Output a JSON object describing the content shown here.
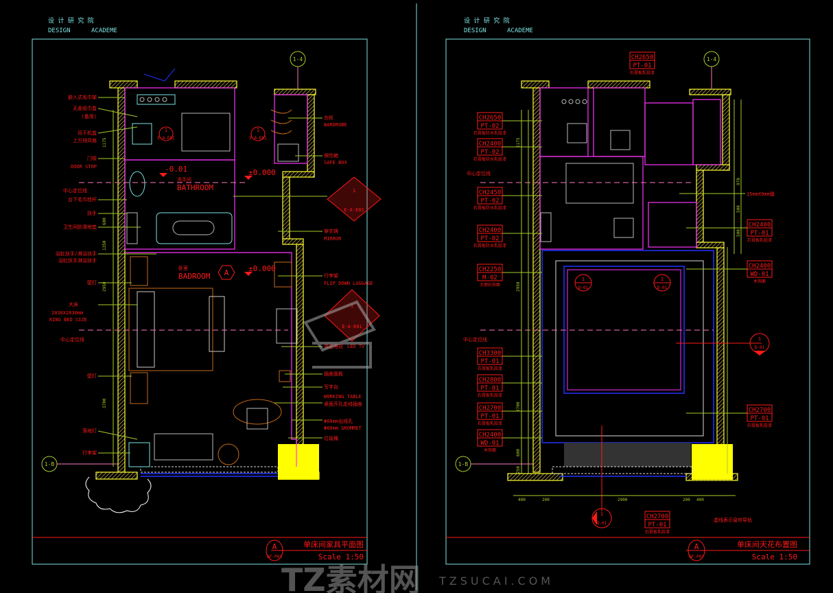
{
  "header": {
    "org_cn": "设 计 研 究 院",
    "org_en_1": "DESIGN",
    "org_en_2": "ACADEME"
  },
  "grid_labels": {
    "top": "1-4",
    "bottom": "1-B"
  },
  "left_sheet": {
    "title": "单床间家具平面图",
    "scale": "Scale 1:50",
    "sheet_symbol": "A",
    "sheet_ref": "BF-P01",
    "rooms": [
      {
        "cn": "洗手间",
        "en": "BATHROOM"
      },
      {
        "cn": "卧室",
        "en": "BADROOM"
      }
    ],
    "levels": [
      "-0.01",
      "±0.000",
      "±0.000"
    ],
    "room_tag": "A",
    "elevation_marks": {
      "number": "1",
      "ref": "E-A-E01"
    },
    "left_notes": [
      "嵌入式毛巾架",
      "无盖纸巾盒",
      "(备用)",
      "风干机盒",
      "上方排风扇",
      "门吸",
      "DOOR STOP",
      "中心定位线",
      "台下毛巾挂杆",
      "扶手",
      "卫生间防滑地垫",
      "浴缸扶手/淋浴扶手",
      "浴缸扶手淋浴扶手",
      "壁灯",
      "大床",
      "2030X2030mm",
      "KING BED SIZE",
      "中心定位线",
      "壁灯",
      "落地灯",
      "行李架"
    ],
    "right_notes": [
      {
        "cn": "衣柜",
        "en": "WARDROBE"
      },
      {
        "cn": "保险箱",
        "en": "SAFE BOX"
      },
      {
        "cn": "穿衣镜",
        "en": "MIRROR"
      },
      {
        "cn": "行李架",
        "en": "FLIP DOWN LUGGAGE"
      },
      {
        "cn": "液晶电视",
        "en": "LED TV"
      },
      {
        "cn": "插座面板",
        "en": ""
      },
      {
        "cn": "写字台",
        "en": "WORKING TABLE"
      },
      {
        "cn": "桌面开孔走线插座",
        "en": ""
      },
      {
        "cn": "Φ60mm出线孔",
        "en": "Φ60mm GROMMET"
      },
      {
        "cn": "垃圾桶",
        "en": ""
      }
    ],
    "dims": [
      "1175",
      "600",
      "1350",
      "2950",
      "3700"
    ]
  },
  "right_sheet": {
    "title": "单床间天花布置图",
    "scale": "Scale 1:50",
    "sheet_symbol": "A",
    "sheet_ref": "BF-P02",
    "left_tags": [
      {
        "h": "CH2650",
        "m": "PT-02",
        "note": "石膏板防水乳胶漆"
      },
      {
        "h": "CH2400",
        "m": "PT-02",
        "note": "石膏板防水乳胶漆"
      },
      {
        "h": "CH2450",
        "m": "PT-02",
        "note": "石膏板防水乳胶漆"
      },
      {
        "h": "CH2400",
        "m": "PT-02",
        "note": "石膏板防水乳胶漆"
      },
      {
        "h": "CH2250",
        "m": "M-02",
        "note": "大理石饰面"
      },
      {
        "h": "CH3300",
        "m": "PT-01",
        "note": "石膏板乳胶漆"
      },
      {
        "h": "CH2800",
        "m": "PT-01",
        "note": "石膏板乳胶漆"
      },
      {
        "h": "CH2700",
        "m": "PT-01",
        "note": "石膏板乳胶漆"
      },
      {
        "h": "CH2400",
        "m": "WD-01",
        "note": "木饰面"
      }
    ],
    "top_tag": {
      "h": "CH2650",
      "m": "PT-01",
      "note": "石膏板乳胶漆"
    },
    "right_tags": [
      {
        "h": "CH2400",
        "m": "PT-01",
        "note": "石膏板乳胶漆"
      },
      {
        "h": "CH2400",
        "m": "WD-01",
        "note": "木饰面"
      },
      {
        "h": "CH2700",
        "m": "PT-01",
        "note": "石膏板乳胶漆"
      }
    ],
    "bottom_tag": {
      "h": "CH2700",
      "m": "PT-01",
      "note": "石膏板乳胶漆"
    },
    "center_line_note": "中心定位线",
    "slot_note": "15mmX9mm缝",
    "curtain_note": "虚线表示窗帘导轨",
    "section_marks": {
      "number": "1",
      "ref": "D-01"
    },
    "bottom_dims": [
      "400",
      "200",
      "2900",
      "200",
      "400"
    ],
    "side_dims": [
      "970",
      "500",
      "500",
      "1175",
      "2950",
      "3700",
      "600",
      "250"
    ]
  },
  "watermark": {
    "brand": "TZ素材网",
    "url": "TZSUCAI.COM"
  },
  "colors": {
    "background": "#000000",
    "frame": "#7fe3e3",
    "annotation": "#ff1a1a",
    "wall": "#ffff33",
    "leader": "#a8cc2a",
    "interior": "#ff33ff",
    "glass": "#2233ff"
  }
}
